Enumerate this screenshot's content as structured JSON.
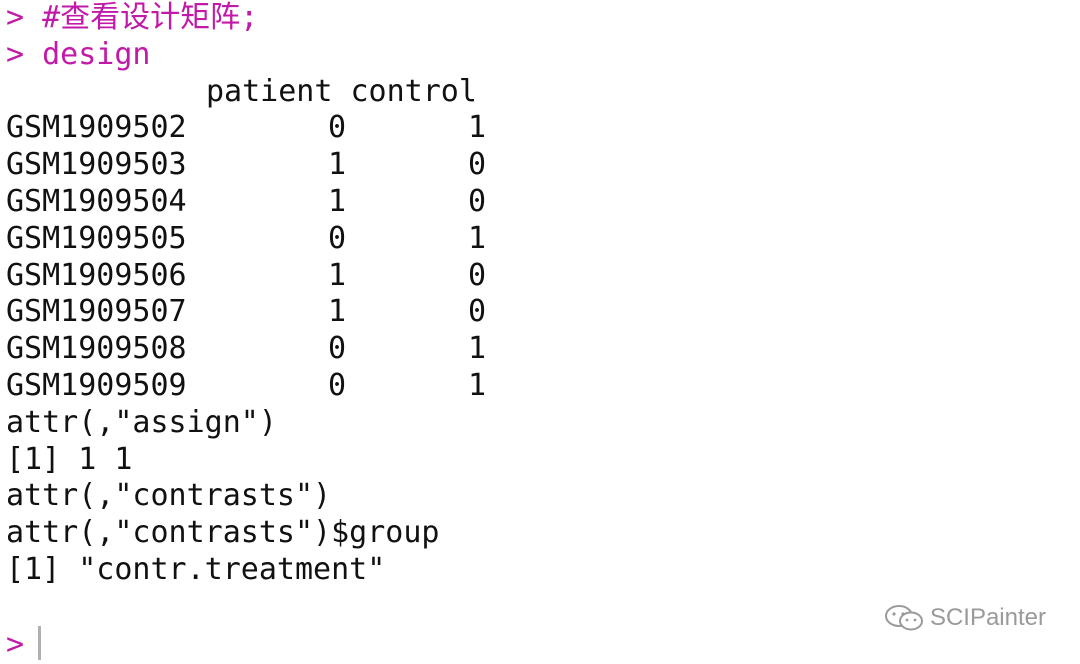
{
  "console": {
    "prompt": ">",
    "commands": [
      "#查看设计矩阵;",
      "design"
    ],
    "matrix": {
      "headers": [
        "patient",
        "control"
      ],
      "rows": [
        {
          "name": "GSM1909502",
          "patient": "0",
          "control": "1"
        },
        {
          "name": "GSM1909503",
          "patient": "1",
          "control": "0"
        },
        {
          "name": "GSM1909504",
          "patient": "1",
          "control": "0"
        },
        {
          "name": "GSM1909505",
          "patient": "0",
          "control": "1"
        },
        {
          "name": "GSM1909506",
          "patient": "1",
          "control": "0"
        },
        {
          "name": "GSM1909507",
          "patient": "1",
          "control": "0"
        },
        {
          "name": "GSM1909508",
          "patient": "0",
          "control": "1"
        },
        {
          "name": "GSM1909509",
          "patient": "0",
          "control": "1"
        }
      ]
    },
    "attributes": [
      "attr(,\"assign\")",
      "[1] 1 1",
      "attr(,\"contrasts\")",
      "attr(,\"contrasts\")$group",
      "[1] \"contr.treatment\""
    ],
    "colors": {
      "command": "#c21aa8",
      "output": "#111111",
      "cursor": "#b0b0b0"
    }
  },
  "watermark": {
    "text": "SCIPainter",
    "icon": "wechat-icon"
  }
}
